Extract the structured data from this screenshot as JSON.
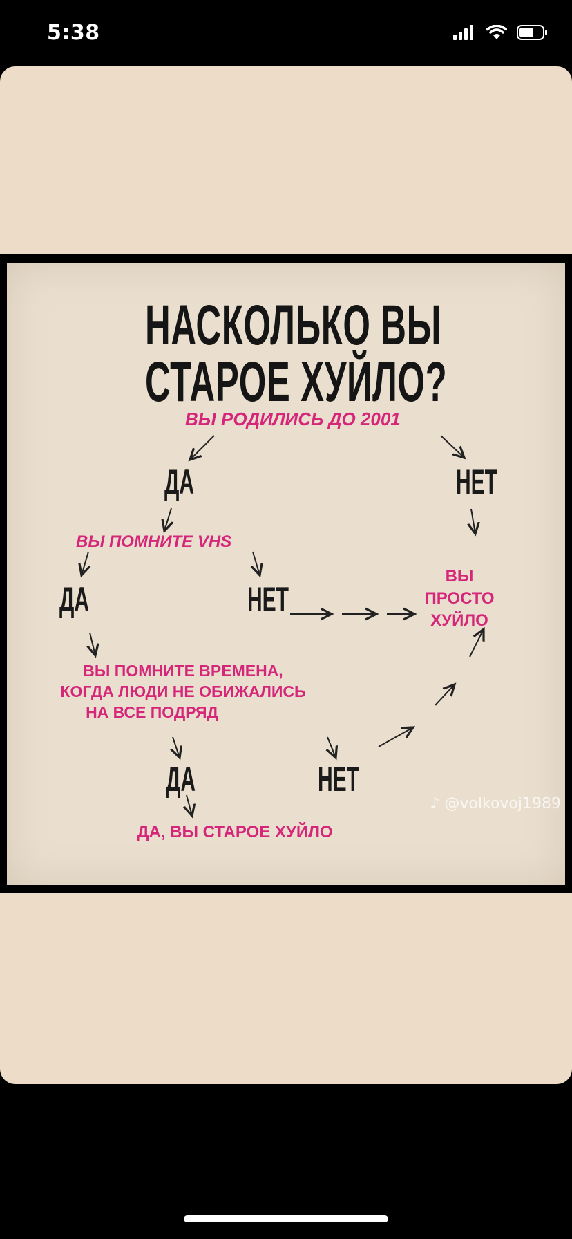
{
  "status_bar": {
    "time": "5:38",
    "icons": [
      "cellular-signal-icon",
      "wifi-icon",
      "battery-icon"
    ]
  },
  "poster": {
    "title_line1": "НАСКОЛЬКО ВЫ",
    "title_line2": "СТАРОЕ ХУЙЛО?",
    "q1": "ВЫ РОДИЛИСЬ ДО 2001",
    "q1_yes": "ДА",
    "q1_no": "НЕТ",
    "q2": "ВЫ ПОМНИТЕ VHS",
    "q2_yes": "ДА",
    "q2_no": "НЕТ",
    "result_young_line1": "ВЫ",
    "result_young_line2": "ПРОСТО",
    "result_young_line3": "ХУЙЛО",
    "q3_line1": "ВЫ ПОМНИТЕ ВРЕМЕНА,",
    "q3_line2": "КОГДА ЛЮДИ НЕ ОБИЖАЛИСЬ",
    "q3_line3": "НА ВСЕ ПОДРЯД",
    "q3_yes": "ДА",
    "q3_no": "НЕТ",
    "result_old": "ДА, ВЫ СТАРОЕ ХУЙЛО",
    "watermark": "@volkovoj1989"
  },
  "colors": {
    "background": "#000000",
    "sheet": "#ecdcc8",
    "poster_paper": "#eadfcf",
    "ink_dark": "#151515",
    "ink_pink": "#d62679"
  }
}
